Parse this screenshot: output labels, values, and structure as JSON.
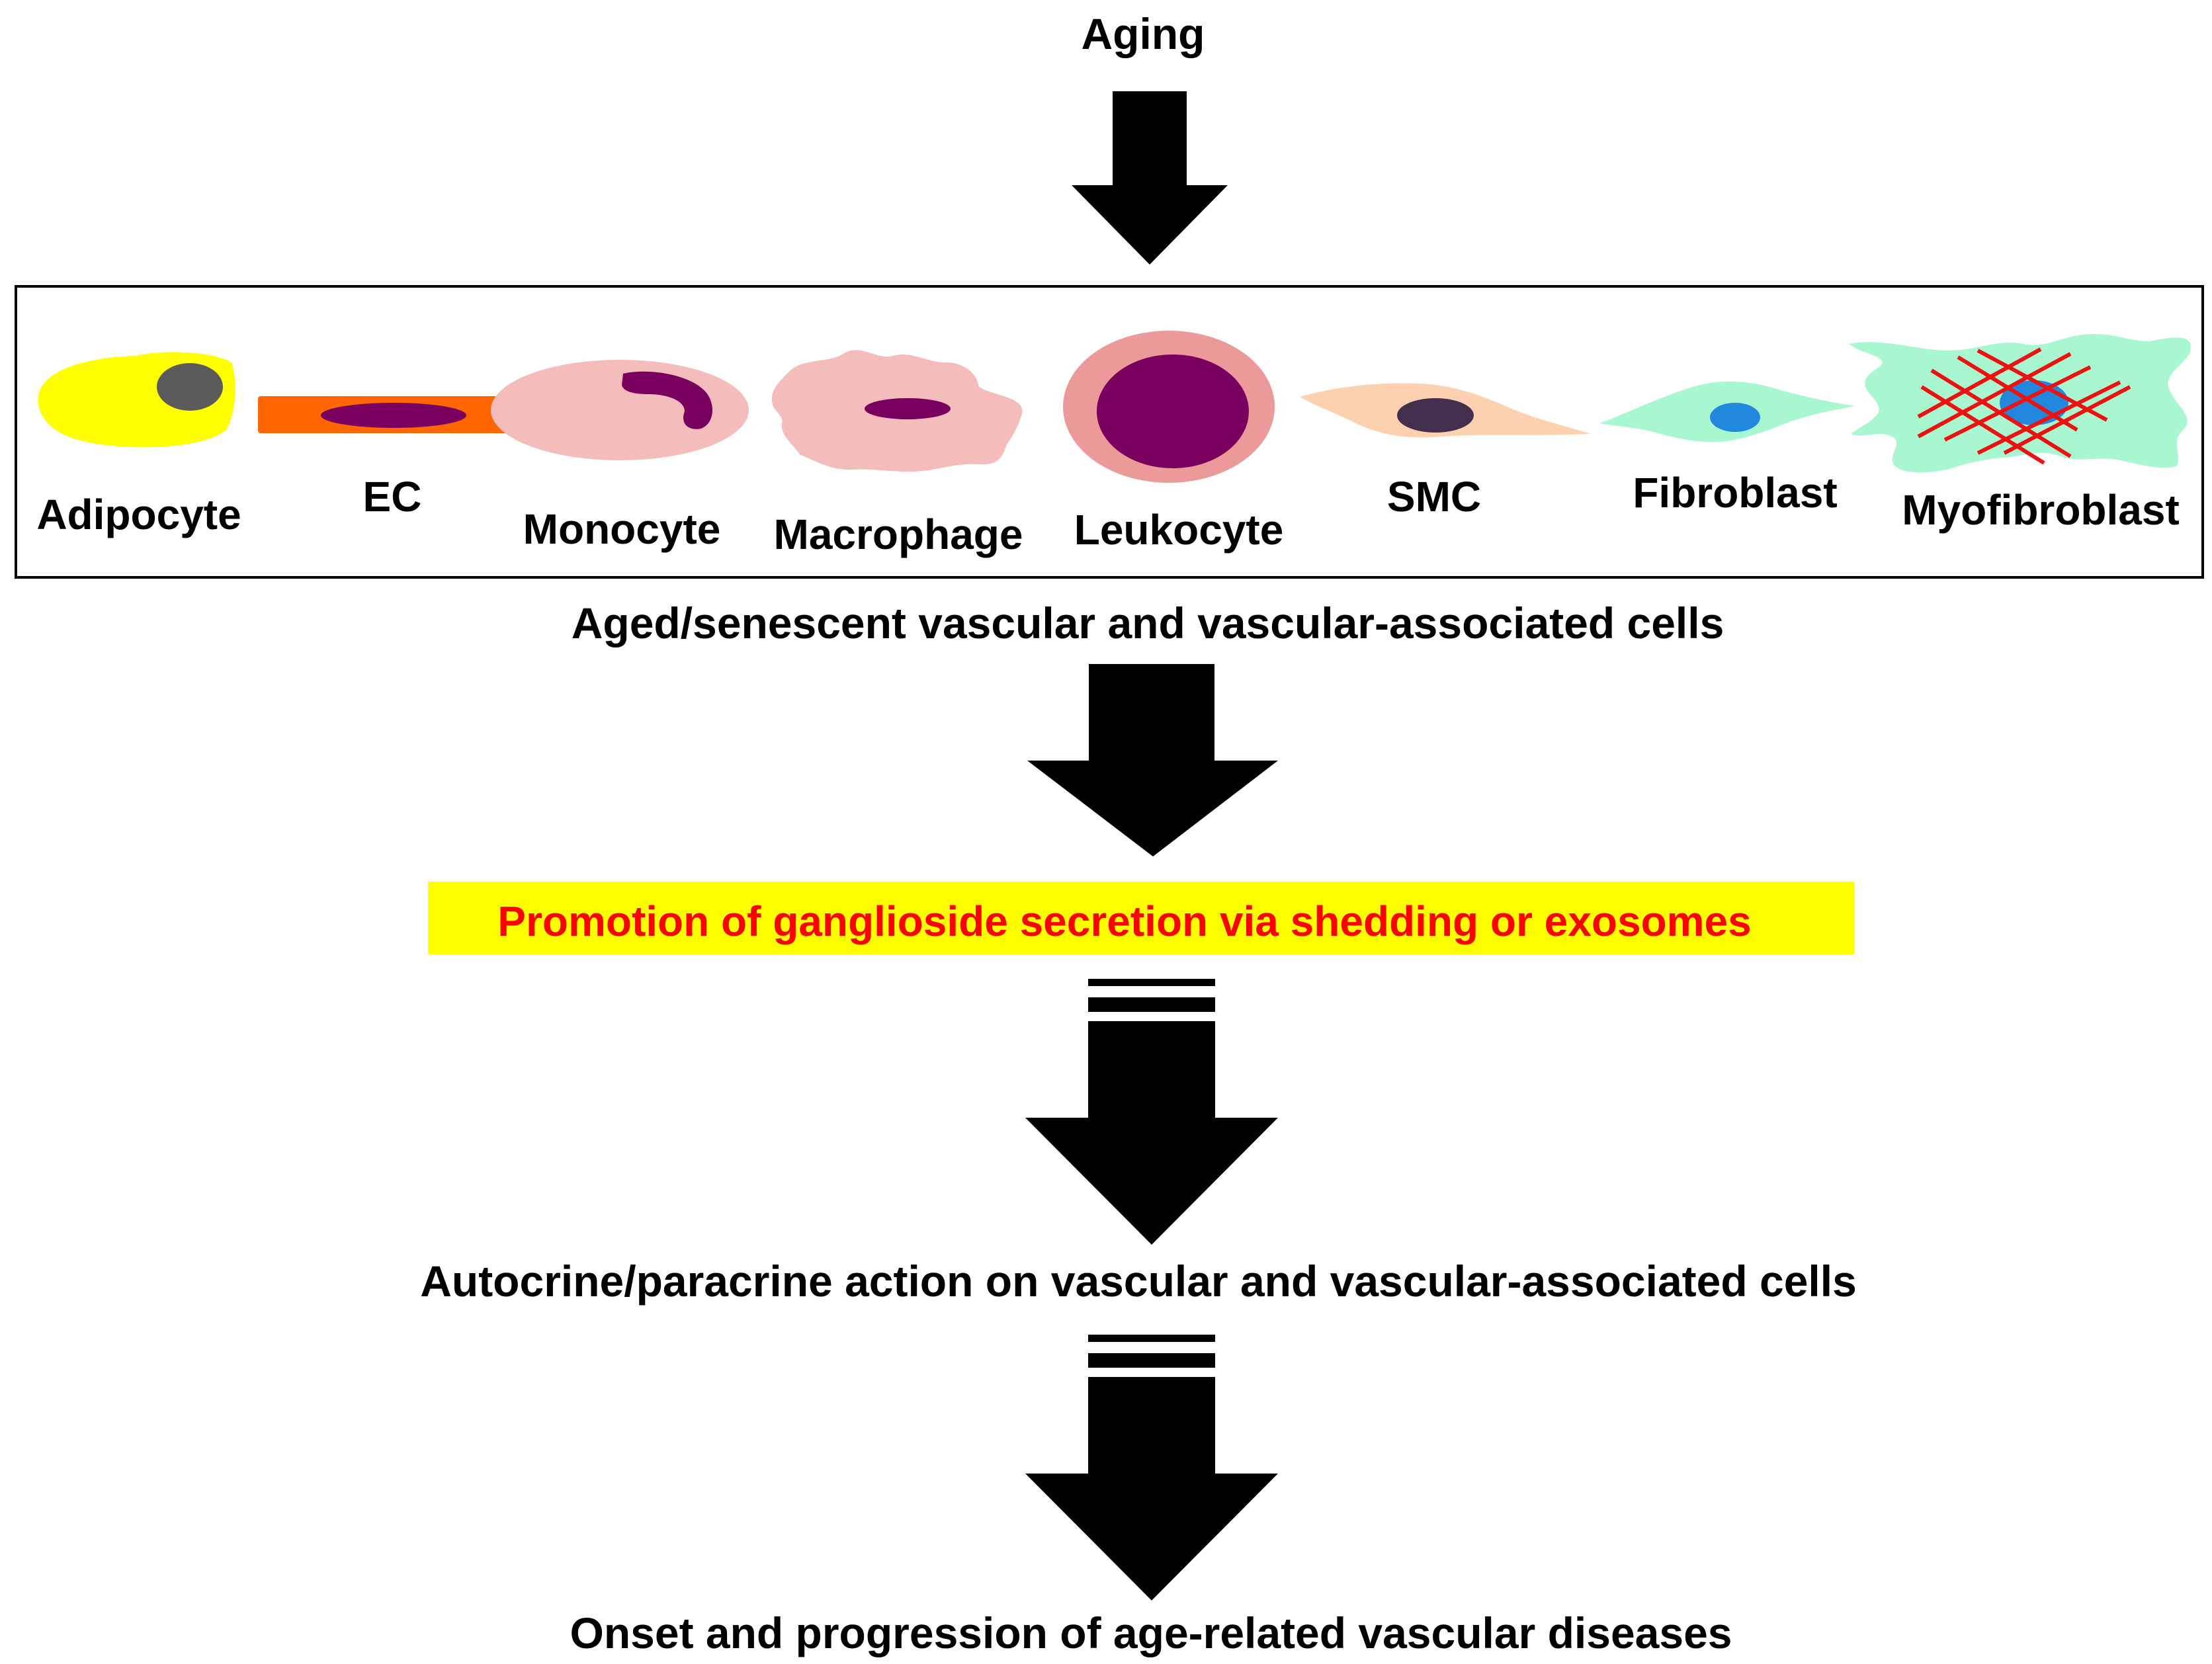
{
  "steps": {
    "aging": "Aging",
    "aged_cells": "Aged/senescent vascular and vascular-associated cells",
    "promotion": "Promotion of ganglioside secretion via shedding or exosomes",
    "autocrine": "Autocrine/paracrine action on vascular and vascular-associated cells",
    "onset": "Onset and progression of age-related vascular diseases"
  },
  "cells": [
    {
      "label": "Adipocyte"
    },
    {
      "label": "EC"
    },
    {
      "label": "Monocyte"
    },
    {
      "label": "Macrophage"
    },
    {
      "label": "Leukocyte"
    },
    {
      "label": "SMC"
    },
    {
      "label": "Fibroblast"
    },
    {
      "label": "Myofibroblast"
    }
  ],
  "colors": {
    "highlight_bg": "#ffff00",
    "highlight_text": "#ff0000",
    "arrow": "#000000",
    "adipocyte_body": "#ffff00",
    "adipocyte_nucleus": "#5a5a5a",
    "ec_body": "#ff6600",
    "nucleus_purple": "#7a0060",
    "monocyte_body": "#f5bcbc",
    "macrophage_body": "#f5bcbc",
    "leukocyte_outer": "#ec9999",
    "leukocyte_inner": "#7a0060",
    "smc_body": "#fdd1b0",
    "smc_nucleus": "#44304e",
    "fibroblast_body": "#a9f7d1",
    "fibroblast_nucleus": "#2288dd",
    "myofibroblast_fibers": "#ee1111"
  }
}
